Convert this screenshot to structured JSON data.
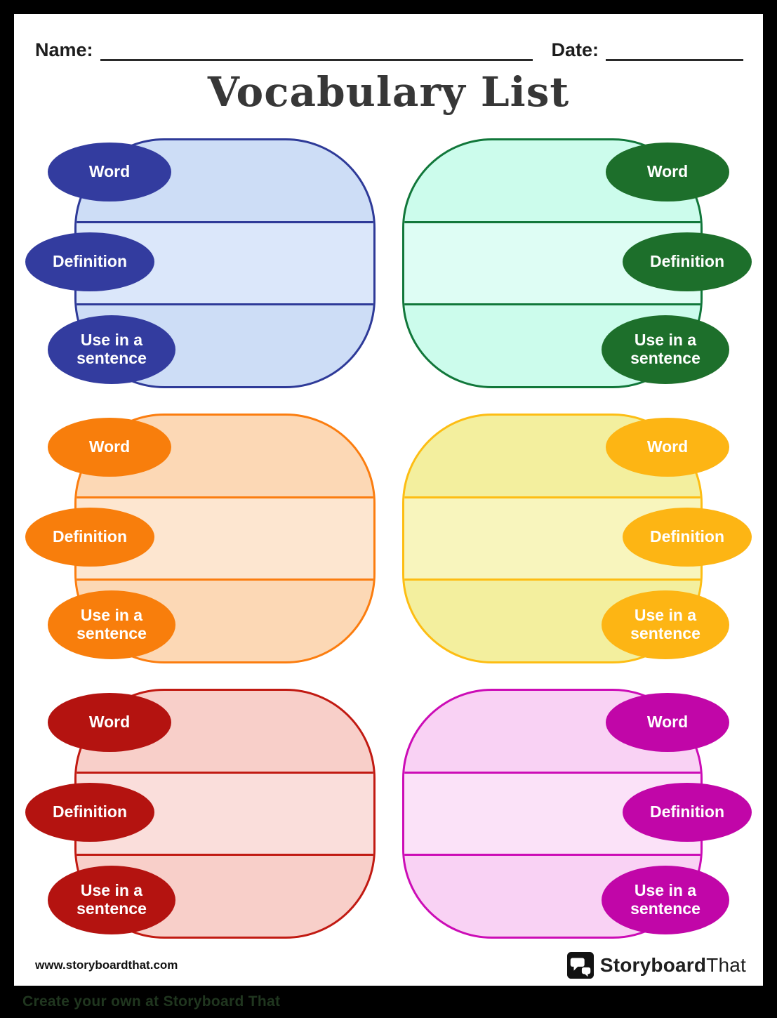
{
  "header": {
    "name_label": "Name:",
    "date_label": "Date:",
    "title": "Vocabulary List"
  },
  "labels": {
    "word": "Word",
    "definition": "Definition",
    "sentence": "Use in a sentence"
  },
  "cards": [
    {
      "name": "blue",
      "fill": "#cdddf6",
      "band2": "#dbe7fa",
      "border": "#2e3a98",
      "bubble": "#333c9f"
    },
    {
      "name": "green",
      "fill": "#ccfcec",
      "band2": "#defdf4",
      "border": "#11773a",
      "bubble": "#1d6f2b"
    },
    {
      "name": "orange",
      "fill": "#fcd8b5",
      "band2": "#fde6d0",
      "border": "#fb7d0f",
      "bubble": "#f87e0c"
    },
    {
      "name": "yellow",
      "fill": "#f3ef9e",
      "band2": "#f8f5bd",
      "border": "#fdbd13",
      "bubble": "#fdb514"
    },
    {
      "name": "red",
      "fill": "#f8cfc9",
      "band2": "#fadedb",
      "border": "#c11a12",
      "bubble": "#b41310"
    },
    {
      "name": "pink",
      "fill": "#f9d2f4",
      "band2": "#fbe2f8",
      "border": "#cc0cb6",
      "bubble": "#c106a8"
    }
  ],
  "footer": {
    "url": "www.storyboardthat.com",
    "brand_bold": "Storyboard",
    "brand_light": "That",
    "bottom_text": "Create your own at Storyboard That"
  }
}
